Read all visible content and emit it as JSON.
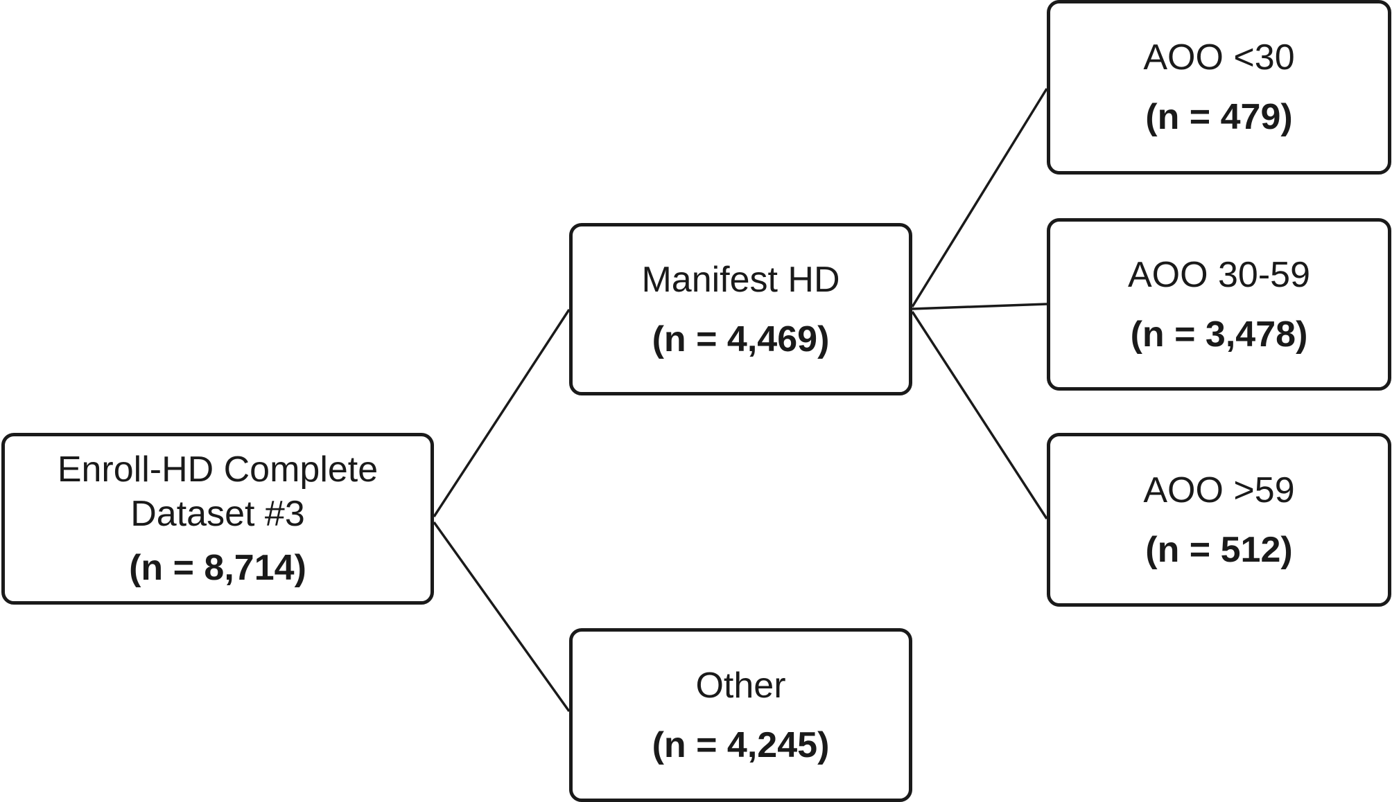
{
  "root": {
    "label_line1": "Enroll-HD Complete",
    "label_line2": "Dataset #3",
    "count": "(n = 8,714)"
  },
  "manifest": {
    "label": "Manifest HD",
    "count": "(n = 4,469)"
  },
  "other": {
    "label": "Other",
    "count": "(n = 4,245)"
  },
  "aoo_lt30": {
    "label": "AOO <30",
    "count": "(n = 479)"
  },
  "aoo_30_59": {
    "label": "AOO 30-59",
    "count": "(n = 3,478)"
  },
  "aoo_gt59": {
    "label": "AOO >59",
    "count": "(n = 512)"
  }
}
